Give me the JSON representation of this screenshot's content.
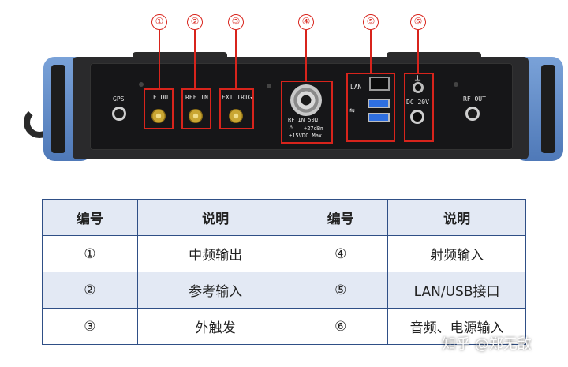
{
  "callouts": [
    "①",
    "②",
    "③",
    "④",
    "⑤",
    "⑥"
  ],
  "ports": {
    "gps": "GPS",
    "if_out": "IF OUT",
    "ref_in": "REF IN",
    "ext_trig": "EXT TRIG",
    "rf_in": "RF IN 50Ω",
    "rf_in_warning_power": "+27dBm",
    "rf_in_warning_dc": "±15VDC Max",
    "lan": "LAN",
    "usb_symbol": "⇋",
    "dc": "DC 20V",
    "rf_out": "RF OUT"
  },
  "colors": {
    "accent_red": "#d8241c",
    "table_border": "#2f4f86",
    "table_tint": "#e3e9f4",
    "bumper_blue": "#5f88c6"
  },
  "table": {
    "headers": [
      "编号",
      "说明",
      "编号",
      "说明"
    ],
    "rows": [
      [
        "①",
        "中频输出",
        "④",
        "射频输入"
      ],
      [
        "②",
        "参考输入",
        "⑤",
        "LAN/USB接口"
      ],
      [
        "③",
        "外触发",
        "⑥",
        "音频、电源输入"
      ]
    ]
  },
  "watermark": "知乎 @郑无敌"
}
